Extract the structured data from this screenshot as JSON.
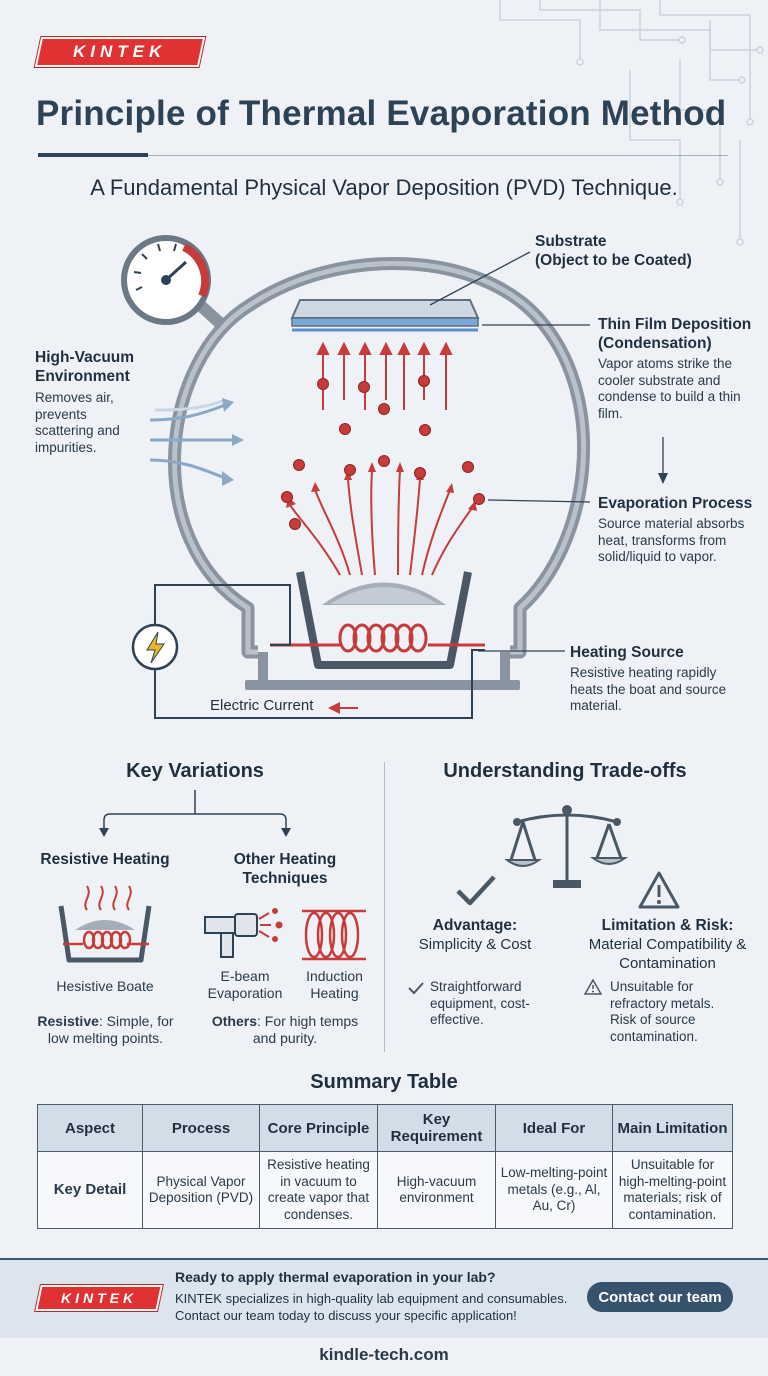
{
  "brand": {
    "logo_text": "KINTEK"
  },
  "header": {
    "title": "Principle of Thermal Evaporation Method",
    "subtitle": "A Fundamental Physical Vapor Deposition (PVD) Technique."
  },
  "diagram": {
    "substrate": {
      "title": "Substrate",
      "subtitle": "(Object to be Coated)"
    },
    "thin_film": {
      "title": "Thin Film Deposition",
      "subtitle": "(Condensation)",
      "text": "Vapor atoms strike the cooler substrate and condense to build a thin film."
    },
    "vacuum": {
      "title": "High-Vacuum Environment",
      "text": "Removes air, prevents scattering and impurities."
    },
    "evaporation": {
      "title": "Evaporation Process",
      "text": "Source material absorbs heat, transforms from solid/liquid to vapor."
    },
    "heating": {
      "title": "Heating Source",
      "text": "Resistive heating rapidly heats the boat and source material."
    },
    "current_label": "Electric Current"
  },
  "variations": {
    "title": "Key Variations",
    "resistive": {
      "title": "Resistive Heating",
      "image_caption": "Hesistive Boate",
      "note_bold": "Resistive",
      "note": ": Simple, for low melting points."
    },
    "other": {
      "title": "Other Heating Techniques",
      "ebeam": "E-beam Evaporation",
      "induction": "Induction Heating",
      "note_bold": "Others",
      "note": ": For high temps and purity."
    }
  },
  "tradeoffs": {
    "title": "Understanding Trade-offs",
    "advantage": {
      "title": "Advantage:",
      "subtitle": "Simplicity & Cost",
      "text": "Straightforward equipment, cost-effective."
    },
    "limitation": {
      "title": "Limitation & Risk:",
      "subtitle": "Material Compatibility & Contamination",
      "text": "Unsuitable for refractory metals. Risk of source contamination."
    }
  },
  "summary": {
    "title": "Summary Table",
    "headers": [
      "Aspect",
      "Process",
      "Core Principle",
      "Key Requirement",
      "Ideal For",
      "Main Limitation"
    ],
    "row": [
      "Key Detail",
      "Physical Vapor Deposition (PVD)",
      "Resistive heating in vacuum to create vapor that condenses.",
      "High-vacuum environment",
      "Low-melting-point metals (e.g., Al, Au, Cr)",
      "Unsuitable for high-melting-point materials; risk of contamination."
    ]
  },
  "footer": {
    "cta_title": "Ready to apply thermal evaporation in your lab?",
    "cta_line1": "KINTEK specializes in high-quality lab equipment and consumables.",
    "cta_line2": "Contact our team today to discuss your specific application!",
    "button": "Contact our team",
    "website": "kindle-tech.com"
  },
  "colors": {
    "accent_red": "#e03232",
    "navy": "#2e4255",
    "chamber": "#6b7885",
    "vapor_red": "#c73b3b"
  }
}
